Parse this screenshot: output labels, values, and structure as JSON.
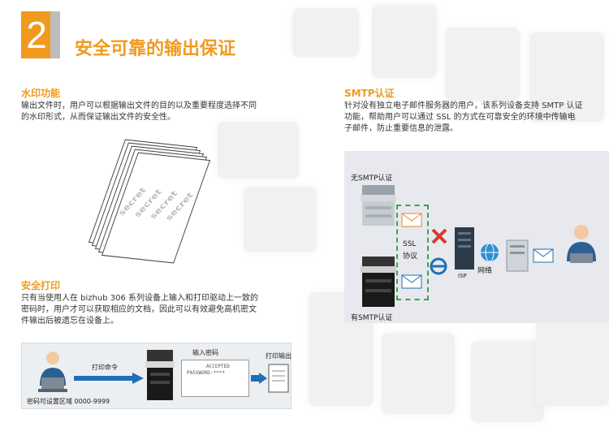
{
  "header": {
    "number": "2",
    "title": "安全可靠的输出保证"
  },
  "watermark": {
    "title": "水印功能",
    "body": [
      "输出文件时，用户可以根据输出文件的目的以及重要程度选择不同",
      "的水印形式，从而保证输出文件的安全性。"
    ],
    "stamp_text": "secret"
  },
  "smtp": {
    "title": "SMTP认证",
    "body": [
      "针对没有独立电子邮件服务器的用户，该系列设备支持 SMTP 认证",
      "功能，帮助用户可以通过 SSL 的方式在可靠安全的环境中传输电",
      "子邮件，防止重要信息的泄露。"
    ],
    "diagram": {
      "no_smtp_label": "无SMTP认证",
      "with_smtp_label": "有SMTP认证",
      "ssl_label": "SSL",
      "protocol_label": "协议",
      "isp_label": "ISP",
      "network_label": "网络"
    }
  },
  "secure_print": {
    "title": "安全打印",
    "body": [
      "只有当使用人在 bizhub 306 系列设备上输入和打印驱动上一致的",
      "密码时，用户才可以获取相应的文档，因此可以有效避免高机密文",
      "件输出后被遗忘在设备上。"
    ],
    "flow": {
      "print_cmd": "打印命令",
      "enter_pwd": "输入密码",
      "print_out": "打印输出",
      "accepted": "ACCEPTED",
      "password": "PASSWORD:****",
      "pwd_area": "密码可设置区域 0000-9999"
    }
  },
  "colors": {
    "accent": "#f09a1f",
    "grey": "#bdbdbd",
    "blue": "#1f6fb6"
  }
}
